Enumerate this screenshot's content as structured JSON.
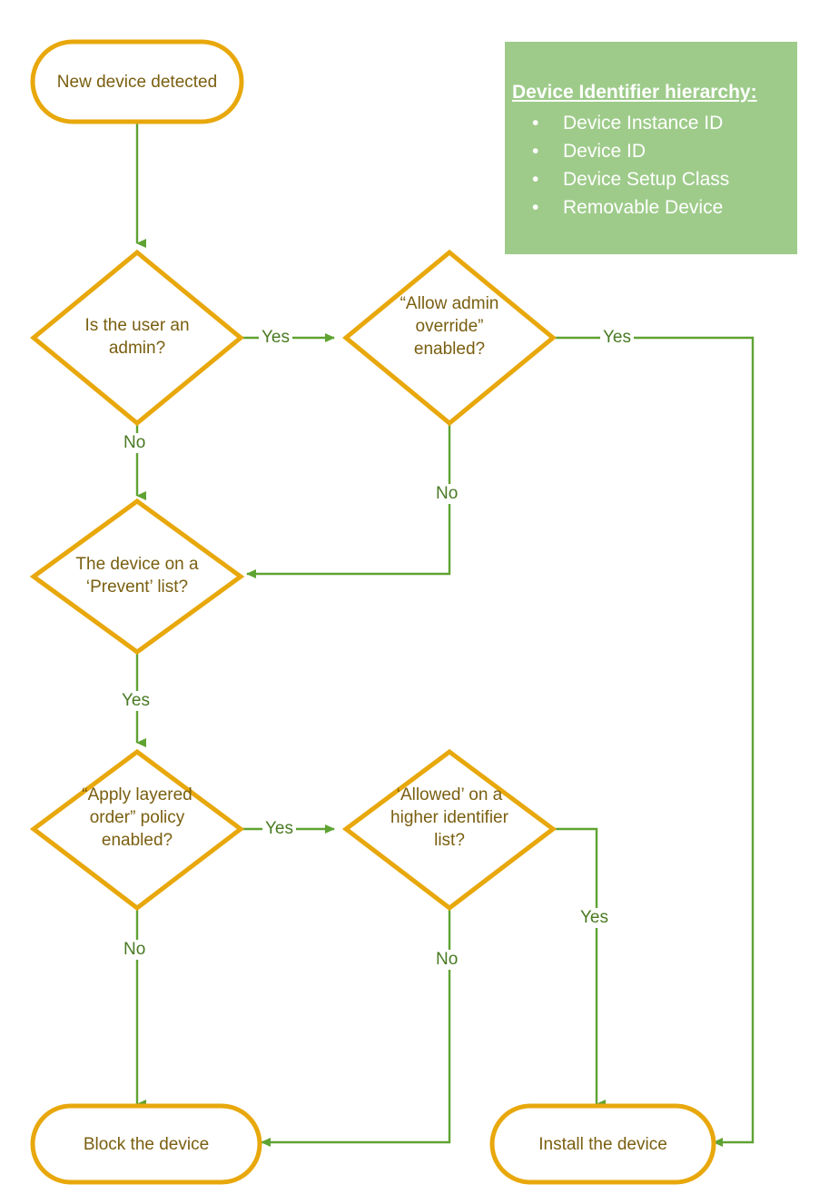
{
  "diagram": {
    "title": "Device installation policy evaluation flowchart",
    "colors": {
      "shape_border": "#E8A80C",
      "shape_fill": "#FFFFFF",
      "node_text": "#7A5F10",
      "connector": "#5FA332",
      "edge_label_text": "#4A7A23",
      "legend_background": "#9ECB8A",
      "legend_text": "#FFFFFF",
      "page_background": "#FFFFFF"
    },
    "nodes": {
      "start": {
        "label": "New device detected",
        "shape": "rounded-terminator"
      },
      "d1": {
        "label": "Is the user an\nadmin?",
        "shape": "decision"
      },
      "d2": {
        "label": "“Allow admin\noverride”\nenabled?",
        "shape": "decision"
      },
      "d3": {
        "label": "The device on a\n‘Prevent’ list?",
        "shape": "decision"
      },
      "d4": {
        "label": "“Apply layered\norder” policy\nenabled?",
        "shape": "decision"
      },
      "d5": {
        "label": "‘Allowed’ on a\nhigher identifier\nlist?",
        "shape": "decision"
      },
      "block": {
        "label": "Block the device",
        "shape": "rounded-terminator"
      },
      "install": {
        "label": "Install the device",
        "shape": "rounded-terminator"
      }
    },
    "edge_labels": {
      "d1_yes": "Yes",
      "d1_no": "No",
      "d2_yes": "Yes",
      "d2_no": "No",
      "d3_yes": "Yes",
      "d4_yes": "Yes",
      "d4_no": "No",
      "d5_yes": "Yes",
      "d5_no": "No"
    },
    "edges": [
      {
        "from": "start",
        "to": "d1",
        "label": ""
      },
      {
        "from": "d1",
        "to": "d2",
        "label": "Yes"
      },
      {
        "from": "d1",
        "to": "d3",
        "label": "No"
      },
      {
        "from": "d2",
        "to": "install",
        "label": "Yes"
      },
      {
        "from": "d2",
        "to": "d3",
        "label": "No"
      },
      {
        "from": "d3",
        "to": "d4",
        "label": "Yes"
      },
      {
        "from": "d4",
        "to": "d5",
        "label": "Yes"
      },
      {
        "from": "d4",
        "to": "block",
        "label": "No"
      },
      {
        "from": "d5",
        "to": "install",
        "label": "Yes"
      },
      {
        "from": "d5",
        "to": "block",
        "label": "No"
      }
    ]
  },
  "legend": {
    "title": "Device Identifier hierarchy:",
    "bullet_glyph": "•",
    "items": [
      "Device Instance ID",
      "Device ID",
      "Device Setup Class",
      "Removable Device"
    ]
  }
}
